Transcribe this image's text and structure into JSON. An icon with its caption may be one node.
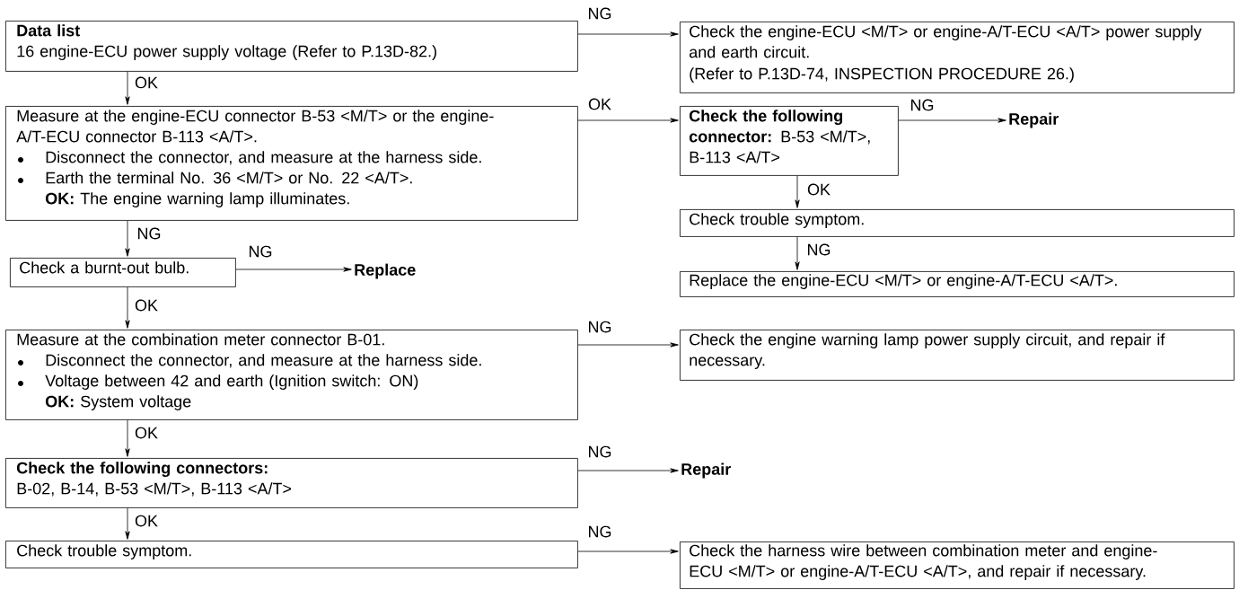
{
  "diagram": {
    "nodes": [
      {
        "text": [
          "Data list",
          "16 engine-ECU power supply voltage (Refer to P.13D-82.)"
        ]
      },
      {
        "text": [
          "Check the engine-ECU <M/T> or engine-A/T-ECU <A/T> power supply and earth circuit.",
          "(Refer to P.13D-74, INSPECTION PROCEDURE 26.)"
        ]
      },
      {
        "text": [
          "Measure at the engine-ECU connector B-53 <M/T> or the engine-A/T-ECU connector B-113 <A/T>.",
          "Disconnect the connector, and measure at the harness side.",
          "Earth the terminal No. 36 <M/T> or No. 22 <A/T>.",
          "**OK:** The engine warning lamp illuminates."
        ]
      },
      {
        "text": [
          "**Check the following connector:** B-53 <M/T>, B-113 <A/T>"
        ]
      },
      {
        "text": [
          "Repair"
        ]
      },
      {
        "text": [
          "Check trouble symptom."
        ]
      },
      {
        "text": [
          "Replace the engine-ECU <M/T> or engine-A/T-ECU <A/T>."
        ]
      },
      {
        "text": [
          "Check a burnt-out bulb."
        ]
      },
      {
        "text": [
          "Replace"
        ]
      },
      {
        "text": [
          "Measure at the combination meter connector B-01.",
          "Disconnect the connector, and measure at the harness side.",
          "Voltage between 42 and earth (Ignition switch: ON)",
          "**OK:** System voltage"
        ]
      },
      {
        "text": [
          "Check the engine warning lamp power supply circuit, and repair if necessary."
        ]
      },
      {
        "text": [
          "Check the following connectors:",
          "B-02, B-14, B-53 <M/T>, B-113 <A/T>"
        ]
      },
      {
        "text": [
          "Repair"
        ]
      },
      {
        "text": [
          "Check trouble symptom."
        ]
      },
      {
        "text": [
          "Check the harness wire between combination meter and engine-ECU <M/T> or engine-A/T-ECU <A/T>, and repair if necessary."
        ]
      }
    ],
    "edges": [
      {
        "from": 0,
        "to": 1,
        "arrow": "to",
        "label": "NG"
      },
      {
        "from": 0,
        "to": 2,
        "arrow": "to",
        "label": "OK"
      },
      {
        "from": 2,
        "to": 3,
        "arrow": "to",
        "label": "OK"
      },
      {
        "from": 3,
        "to": 4,
        "arrow": "to",
        "label": "NG"
      },
      {
        "from": 3,
        "to": 5,
        "arrow": "to",
        "label": "OK"
      },
      {
        "from": 5,
        "to": 6,
        "arrow": "to",
        "label": "NG"
      },
      {
        "from": 2,
        "to": 7,
        "arrow": "to",
        "label": "NG"
      },
      {
        "from": 7,
        "to": 8,
        "arrow": "to",
        "label": "NG"
      },
      {
        "from": 7,
        "to": 9,
        "arrow": "to",
        "label": "OK"
      },
      {
        "from": 9,
        "to": 10,
        "arrow": "to",
        "label": "NG"
      },
      {
        "from": 9,
        "to": 11,
        "arrow": "to",
        "label": "OK"
      },
      {
        "from": 11,
        "to": 12,
        "arrow": "to",
        "label": "NG"
      },
      {
        "from": 11,
        "to": 13,
        "arrow": "to",
        "label": "OK"
      },
      {
        "from": 13,
        "to": 14,
        "arrow": "to",
        "label": "NG"
      }
    ]
  }
}
